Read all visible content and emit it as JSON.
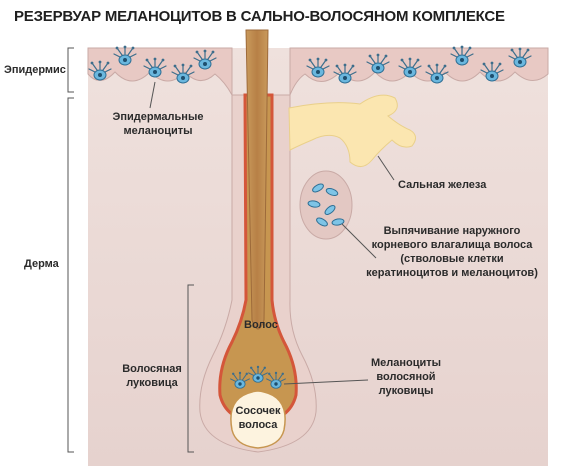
{
  "title": "РЕЗЕРВУАР МЕЛАНОЦИТОВ В САЛЬНО-ВОЛОСЯНОМ КОМПЛЕКСЕ",
  "labels": {
    "epidermis": "Эпидермис",
    "dermis": "Дерма",
    "epidermal_melanocytes": [
      "Эпидермальные",
      "меланоциты"
    ],
    "sebaceous_gland": "Сальная железа",
    "bulge": [
      "Выпячивание наружного",
      "корневого влагалища волоса",
      "(стволовые клетки",
      "кератиноцитов и меланоцитов)"
    ],
    "hair": "Волос",
    "hair_bulb": [
      "Волосяная",
      "луковица"
    ],
    "bulb_melanocytes": [
      "Меланоциты",
      "волосяной",
      "луковицы"
    ],
    "papilla": [
      "Сосочек",
      "волоса"
    ]
  },
  "colors": {
    "skin": "#ecdcd8",
    "skin_edge": "#c9aaa6",
    "hair_shaft": "#b07a4e",
    "follicle_outer": "#d4563a",
    "follicle_fill": "#c79650",
    "sebum": "#fbe6b0",
    "melanocyte": "#5aaed6",
    "papilla": "#fdf3df"
  }
}
